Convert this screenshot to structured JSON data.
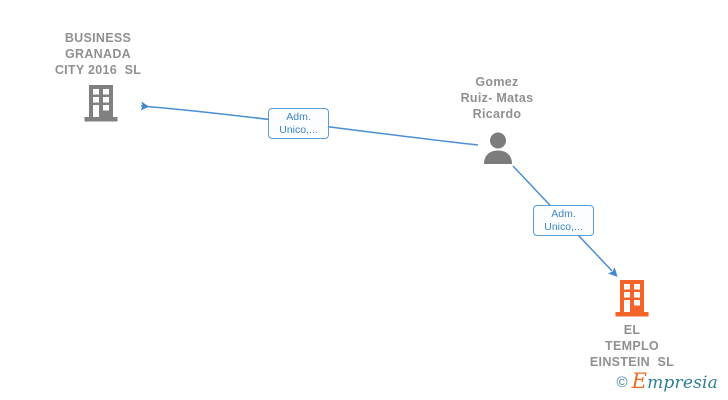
{
  "graph": {
    "background_color": "#ffffff",
    "nodes": [
      {
        "id": "business-granada",
        "type": "company",
        "label": "BUSINESS\nGRANADA\nCITY 2016  SL",
        "icon": "building-icon",
        "icon_color": "#808080",
        "label_color": "#909090"
      },
      {
        "id": "gomez-ruiz-matas-ricardo",
        "type": "person",
        "label": "Gomez\nRuiz- Matas\nRicardo",
        "icon": "person-icon",
        "icon_color": "#7c7c7c",
        "label_color": "#8f8f8f"
      },
      {
        "id": "el-templo-einstein",
        "type": "company",
        "label": "EL\nTEMPLO\nEINSTEIN  SL",
        "icon": "building-icon",
        "icon_color": "#f4642a",
        "label_color": "#909090"
      }
    ],
    "edges": [
      {
        "id": "edge-person-to-business-granada",
        "from": "gomez-ruiz-matas-ricardo",
        "to": "business-granada",
        "label": "Adm.\nUnico,...",
        "color": "#4a8fd4"
      },
      {
        "id": "edge-person-to-el-templo",
        "from": "gomez-ruiz-matas-ricardo",
        "to": "el-templo-einstein",
        "label": "Adm.\nUnico,...",
        "color": "#4a8fd4"
      }
    ]
  },
  "watermark": {
    "copyright": "©",
    "brand_initial": "E",
    "brand_rest": "mpresia",
    "accent_color": "#ef6c26",
    "text_color": "#2f7f99"
  }
}
